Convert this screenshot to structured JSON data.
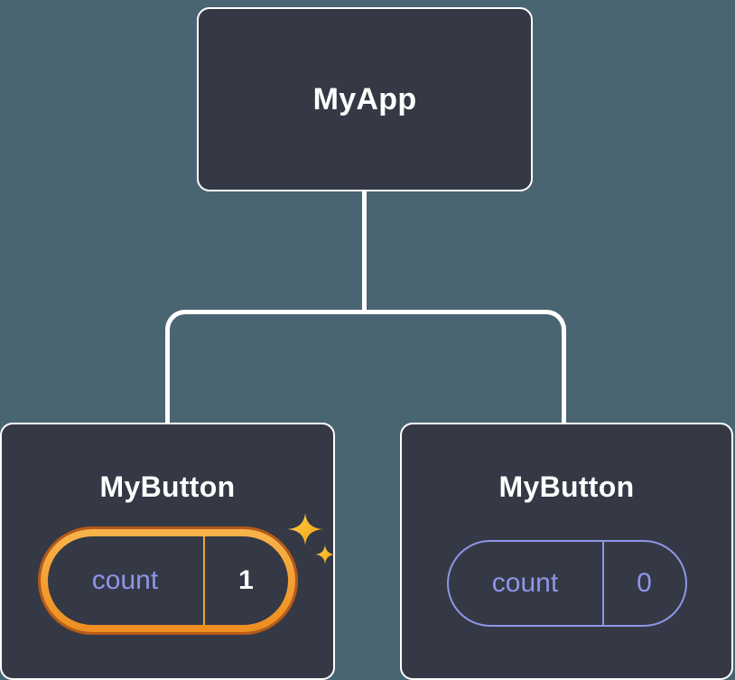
{
  "diagram": {
    "root": {
      "label": "MyApp"
    },
    "children": [
      {
        "label": "MyButton",
        "state": {
          "name": "count",
          "value": "1"
        },
        "highlighted": true
      },
      {
        "label": "MyButton",
        "state": {
          "name": "count",
          "value": "0"
        },
        "highlighted": false
      }
    ]
  },
  "colors": {
    "background": "#4a6572",
    "node_fill": "#343945",
    "node_border": "#ffffff",
    "connector": "#ffffff",
    "title_text": "#ffffff",
    "state_text": "#8e96e8",
    "highlight_value_text": "#ffffff",
    "highlight_light": "#f9b44b",
    "highlight_dark": "#ee8d1f",
    "highlight_outline": "#b65a17",
    "highlight_divider": "#f0a23c",
    "sparkle_light": "#fcd34d",
    "sparkle_dark": "#f59e0b"
  }
}
